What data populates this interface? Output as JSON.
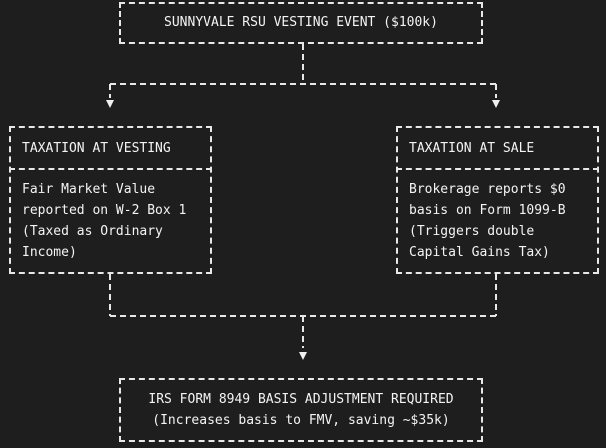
{
  "top": {
    "title": "SUNNYVALE RSU VESTING EVENT ($100k)"
  },
  "left": {
    "header": "TAXATION AT VESTING",
    "lines": [
      "Fair Market Value",
      "reported on W-2 Box 1",
      "(Taxed as Ordinary",
      "Income)"
    ]
  },
  "right": {
    "header": "TAXATION AT SALE",
    "lines": [
      "Brokerage reports $0",
      "basis on Form 1099-B",
      "(Triggers double",
      "Capital Gains Tax)"
    ]
  },
  "bottom": {
    "line1": "IRS FORM 8949 BASIS ADJUSTMENT REQUIRED",
    "line2": "(Increases basis to FMV, saving ~$35k)"
  },
  "colors": {
    "background": "#1e1e1e",
    "lines": "#e8e8e8",
    "text": "#f4f4f4"
  }
}
